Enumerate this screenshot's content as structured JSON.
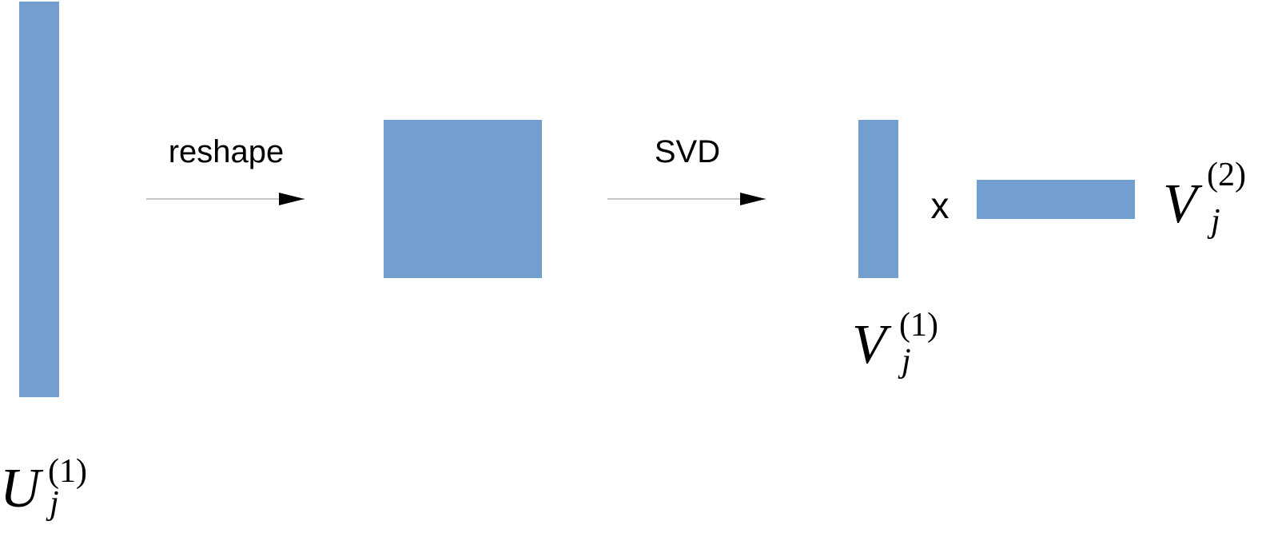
{
  "colors": {
    "block_fill": "#729FCF",
    "arrow": "#000000",
    "arrow_line": "#B3B3B3"
  },
  "operations": {
    "reshape": "reshape",
    "svd": "SVD",
    "times": "x"
  },
  "labels": {
    "u_j_1": {
      "main": "U",
      "sub": "j",
      "sup": "(1)"
    },
    "v_j_1": {
      "main": "V",
      "sub": "j",
      "sup": "(1)"
    },
    "v_j_2": {
      "main": "V",
      "sub": "j",
      "sup": "(2)"
    }
  }
}
